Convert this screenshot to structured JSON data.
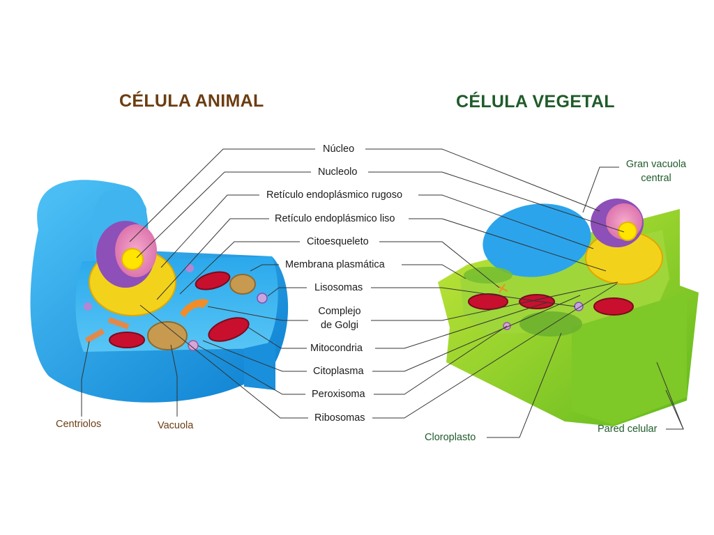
{
  "titles": {
    "animal": "CÉLULA ANIMAL",
    "vegetal": "CÉLULA VEGETAL"
  },
  "labels": {
    "nucleo": "Núcleo",
    "nucleolo": "Nucleolo",
    "rer": "Retículo endoplásmico rugoso",
    "rel": "Retículo endoplásmico liso",
    "citoesqueleto": "Citoesqueleto",
    "membrana": "Membrana plasmática",
    "lisosomas": "Lisosomas",
    "golgi_1": "Complejo",
    "golgi_2": "de Golgi",
    "mitocondria": "Mitocondria",
    "citoplasma": "Citoplasma",
    "peroxisoma": "Peroxisoma",
    "ribosomas": "Ribosomas",
    "centriolos": "Centriolos",
    "vacuola": "Vacuola",
    "gran_vacuola_1": "Gran vacuola",
    "gran_vacuola_2": "central",
    "cloroplasto": "Cloroplasto",
    "pared": "Pared celular"
  },
  "colors": {
    "animal_title": "#6b3d12",
    "vegetal_title": "#1f5b2a",
    "leader_line": "#333333"
  }
}
